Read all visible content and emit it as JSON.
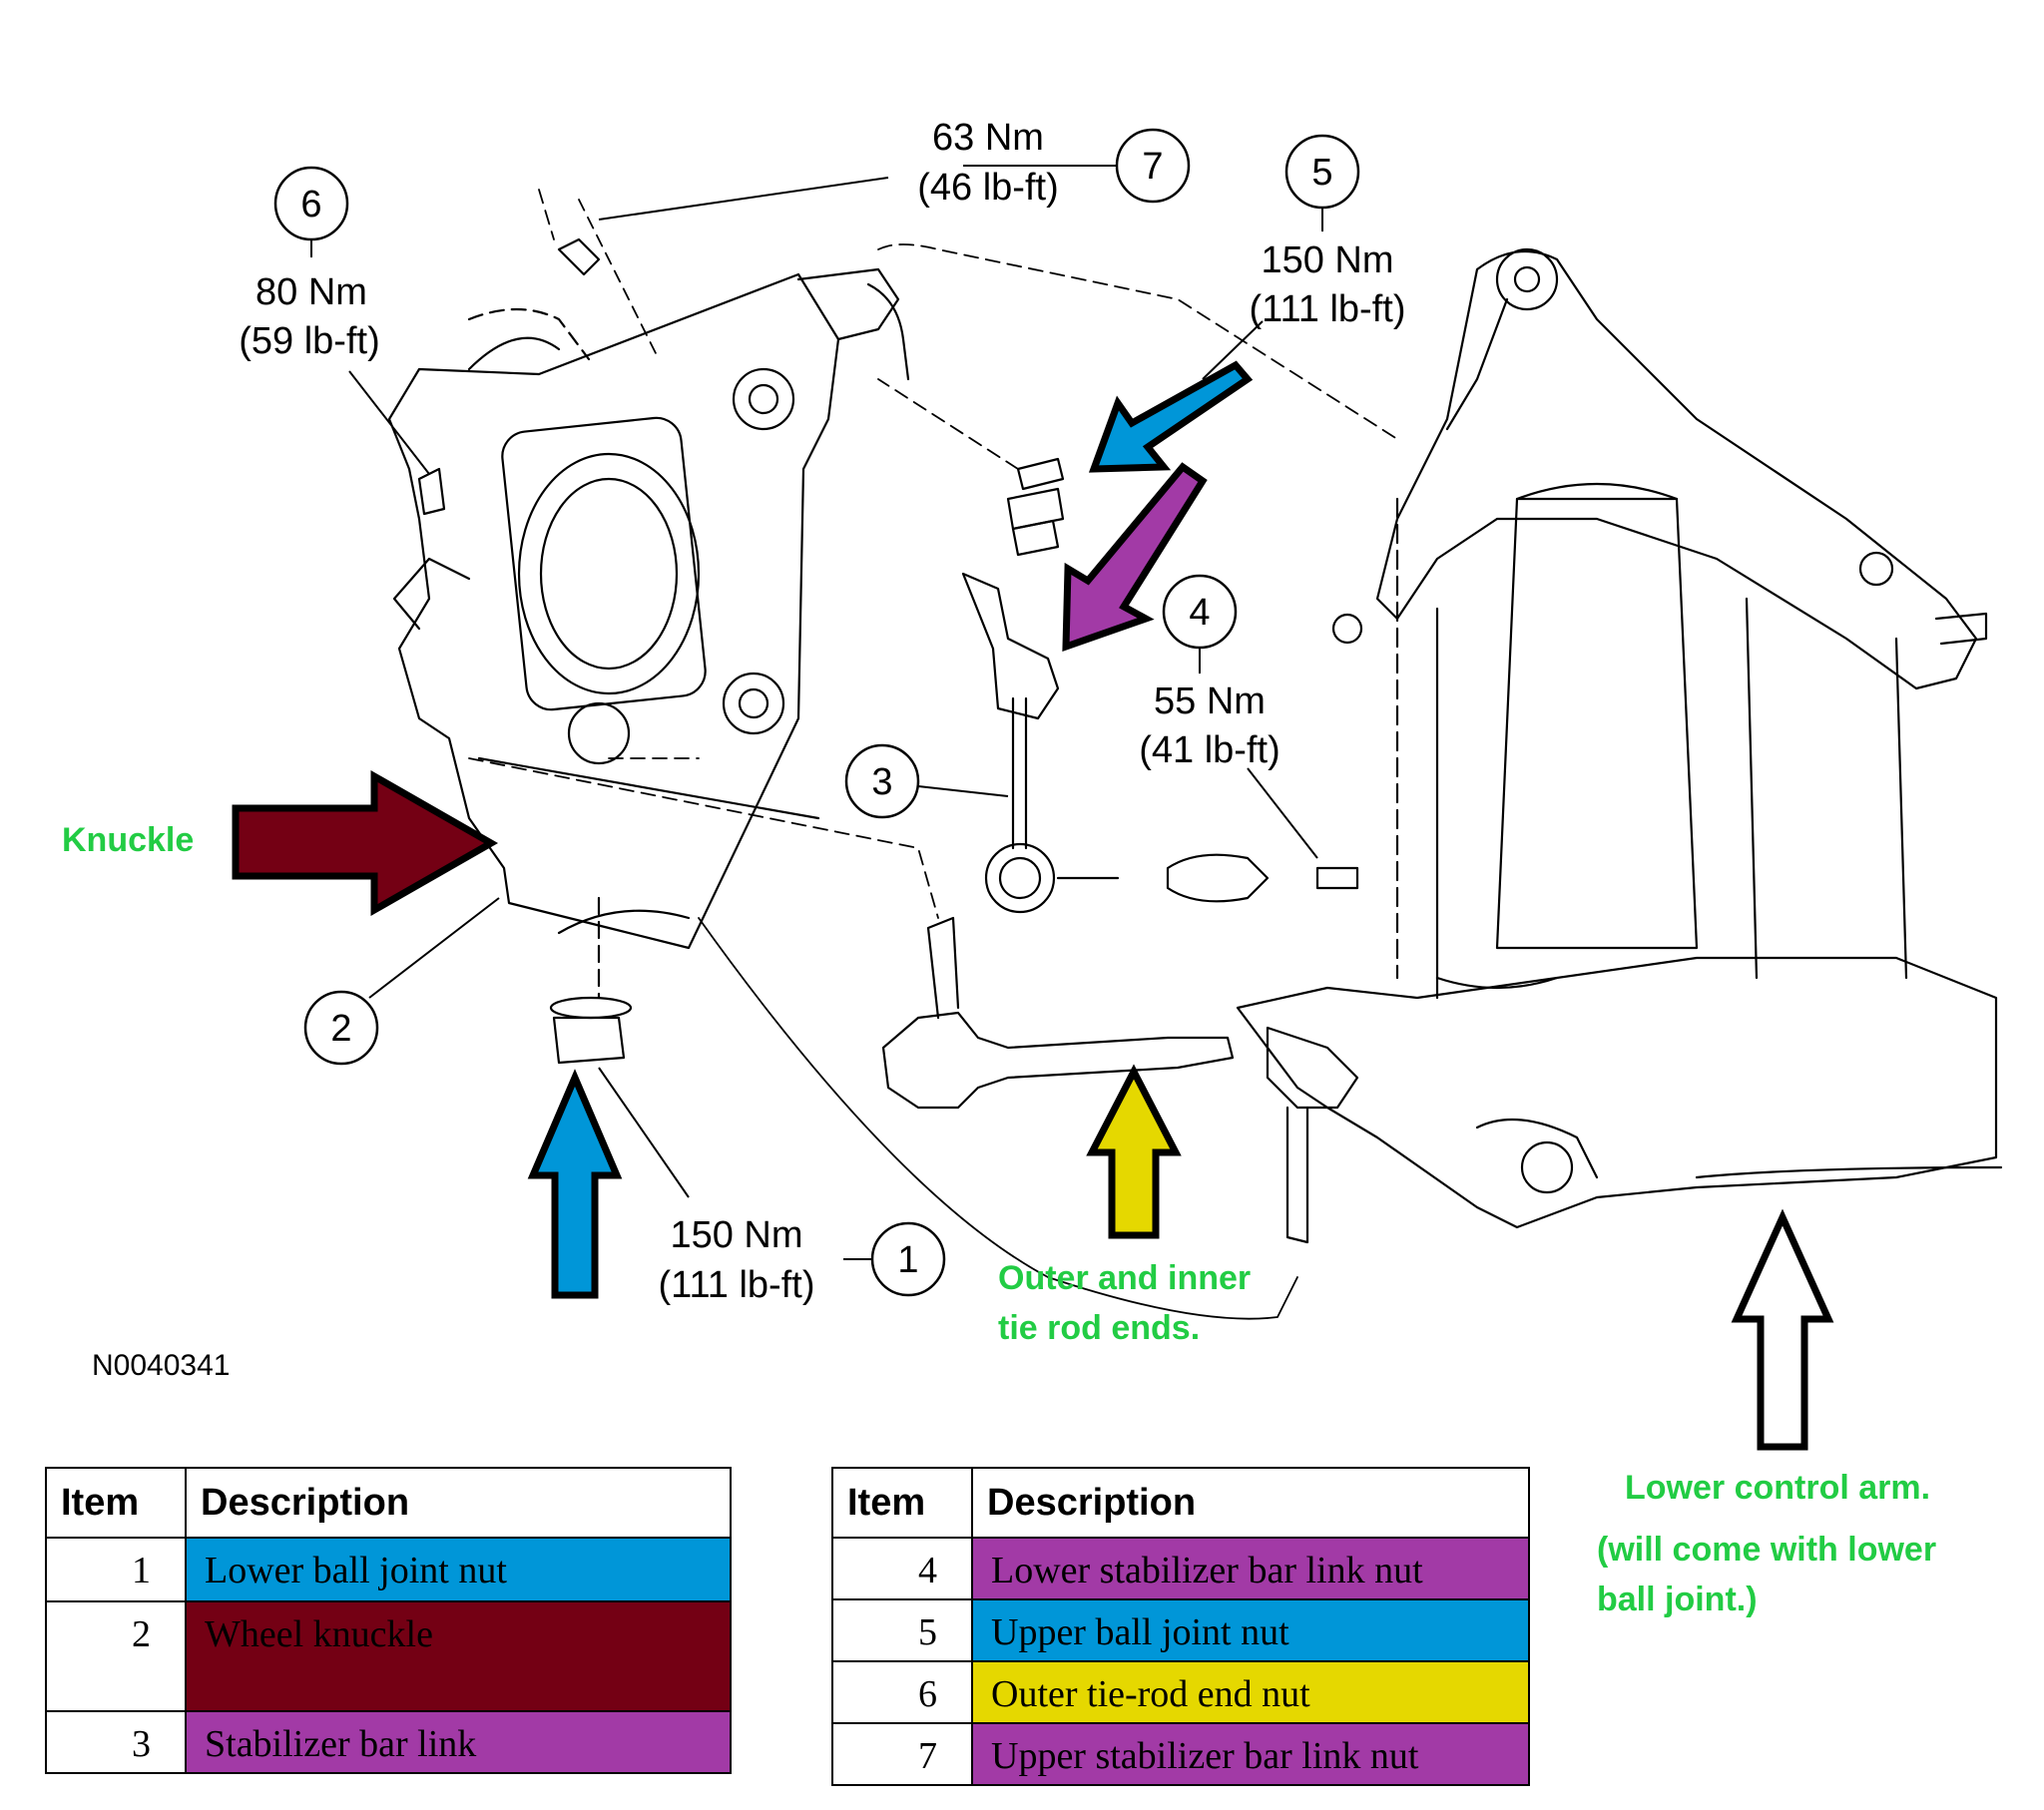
{
  "figure_id": "N0040341",
  "callouts": [
    {
      "num": "1",
      "torque_nm": "150 Nm",
      "torque_lbft": "(111 lb-ft)"
    },
    {
      "num": "4",
      "torque_nm": "55 Nm",
      "torque_lbft": "(41 lb-ft)"
    },
    {
      "num": "5",
      "torque_nm": "150 Nm",
      "torque_lbft": "(111 lb-ft)"
    },
    {
      "num": "6",
      "torque_nm": "80 Nm",
      "torque_lbft": "(59 lb-ft)"
    },
    {
      "num": "7",
      "torque_nm": "63 Nm",
      "torque_lbft": "(46 lb-ft)"
    }
  ],
  "callout_2": "2",
  "callout_3": "3",
  "annotations": {
    "knuckle": "Knuckle",
    "tie_rod_line1": "Outer and inner",
    "tie_rod_line2": "tie rod ends.",
    "lca_line1": "Lower control arm.",
    "lca_line2": "(will come with lower",
    "lca_line3": "ball joint.)"
  },
  "colors": {
    "blue": "#0096d8",
    "maroon": "#740014",
    "purple": "#a23aa6",
    "yellow": "#e5d800",
    "annotation_green": "#22cc44"
  },
  "table_left": {
    "header_item": "Item",
    "header_desc": "Description",
    "rows": [
      {
        "item": "1",
        "desc": "Lower ball joint nut",
        "color": "#0096d8"
      },
      {
        "item": "2",
        "desc": "Wheel knuckle",
        "color": "#740014"
      },
      {
        "item": "3",
        "desc": "Stabilizer bar link",
        "color": "#a23aa6"
      }
    ]
  },
  "table_right": {
    "header_item": "Item",
    "header_desc": "Description",
    "rows": [
      {
        "item": "4",
        "desc": "Lower stabilizer bar link nut",
        "color": "#a23aa6"
      },
      {
        "item": "5",
        "desc": "Upper ball joint nut",
        "color": "#0096d8"
      },
      {
        "item": "6",
        "desc": "Outer tie-rod end nut",
        "color": "#e5d800"
      },
      {
        "item": "7",
        "desc": "Upper stabilizer bar link nut",
        "color": "#a23aa6"
      }
    ]
  }
}
